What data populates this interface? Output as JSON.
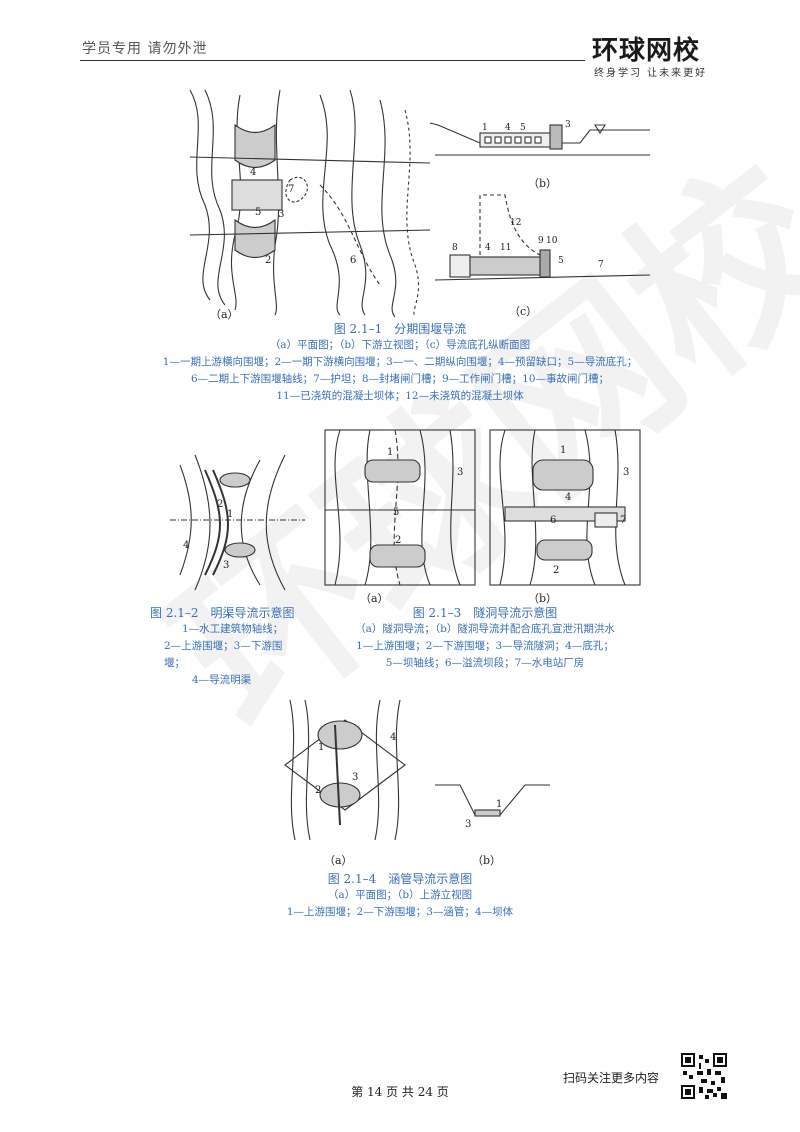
{
  "header": {
    "left_text": "学员专用 请勿外泄",
    "logo_main": "环球网校",
    "logo_sub": "终身学习 让未来更好"
  },
  "fig1": {
    "sub_a": "（a）",
    "sub_b": "（b）",
    "sub_c": "（c）",
    "title": "图 2.1–1　分期围堰导流",
    "lines": [
      "（a）平面图；（b）下游立视图；（c）导流底孔纵断面图",
      "1—一期上游横向围堰；2—一期下游横向围堰；3—一、二期纵向围堰；4—预留缺口；5—导流底孔；",
      "6—二期上下游围堰轴线；7—护坦；8—封堵闸门槽；9—工作闸门槽；10—事故闸门槽；",
      "11—已浇筑的混凝土坝体；12—未浇筑的混凝土坝体"
    ]
  },
  "fig2": {
    "title": "图 2.1–2　明渠导流示意图",
    "lines": [
      "1—水工建筑物轴线；",
      "2—上游围堰；3—下游围堰；",
      "4—导流明渠"
    ]
  },
  "fig3": {
    "sub_a": "（a）",
    "sub_b": "（b）",
    "title": "图 2.1–3　隧洞导流示意图",
    "lines": [
      "（a）隧洞导流；（b）隧洞导流并配合底孔宣泄汛期洪水",
      "1—上游围堰；2—下游围堰；3—导流隧洞；4—底孔；",
      "5—坝轴线；6—溢流坝段；7—水电站厂房"
    ]
  },
  "fig4": {
    "sub_a": "（a）",
    "sub_b": "（b）",
    "title": "图 2.1–4　涵管导流示意图",
    "lines": [
      "（a）平面图；（b）上游立视图",
      "1—上游围堰；2—下游围堰；3—涵管；4—坝体"
    ]
  },
  "watermark": "环球网校",
  "footer": {
    "page": "第 14 页 共 24 页",
    "scan_text": "扫码关注更多内容"
  }
}
